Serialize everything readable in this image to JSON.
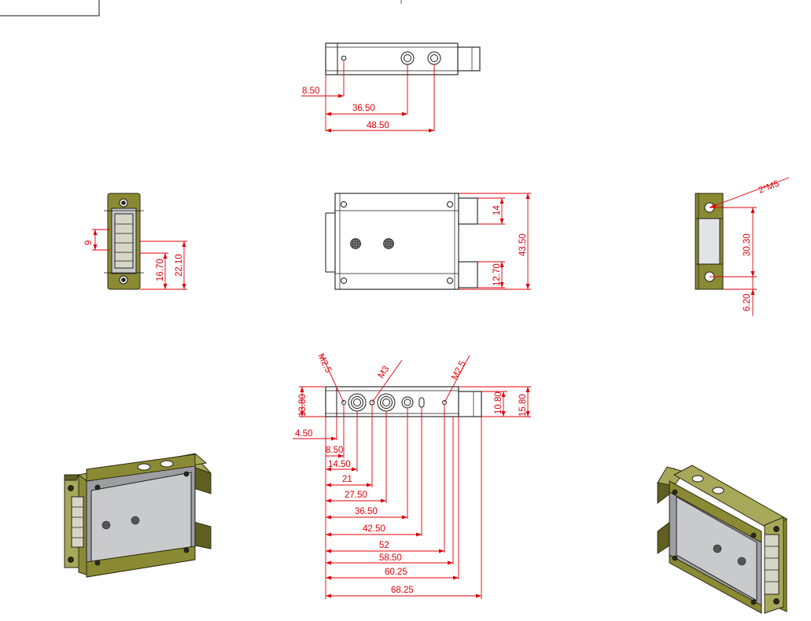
{
  "top_view": {
    "dims": [
      "8.50",
      "36.50",
      "48.50"
    ]
  },
  "left_view": {
    "dims": [
      "9",
      "16.70",
      "22.10"
    ]
  },
  "front_view": {
    "dims": [
      "14",
      "43.50",
      "12.70"
    ]
  },
  "right_view": {
    "callout": "2*M5",
    "dims": [
      "30.30",
      "6.20"
    ]
  },
  "bottom_view": {
    "callouts": [
      "M2.5",
      "M3",
      "M2.5"
    ],
    "height_dims": [
      "13.80",
      "10.80",
      "15.80"
    ],
    "horizontal_dims": [
      "4.50",
      "8.50",
      "14.50",
      "21",
      "27.50",
      "36.50",
      "42.50",
      "52",
      "58.50",
      "60.25",
      "68.25"
    ]
  }
}
